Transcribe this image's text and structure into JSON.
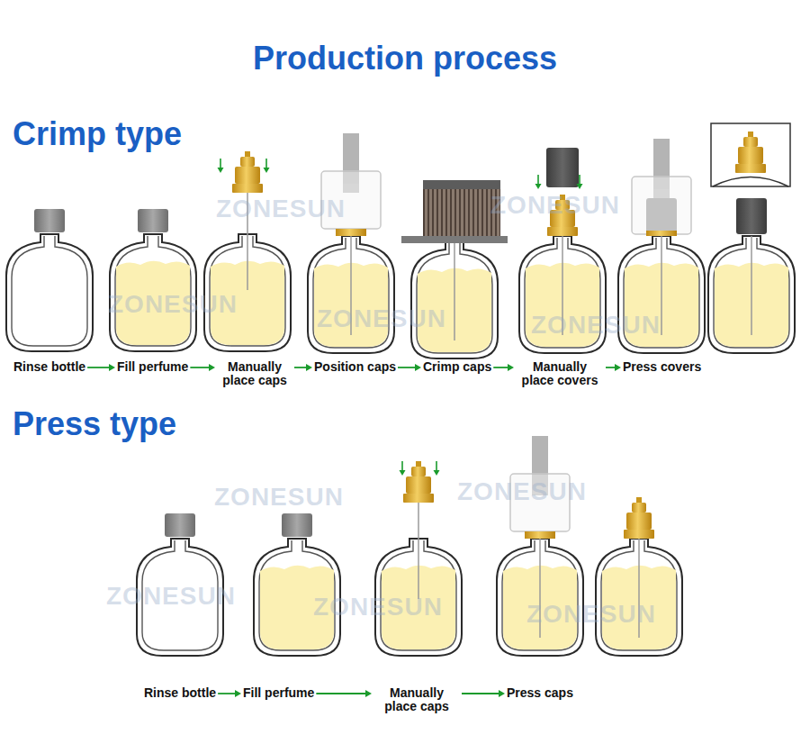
{
  "diagram": {
    "title": "Production process",
    "nodes": [
      {
        "text": [
          "Rinse bottle"
        ]
      },
      {
        "text": [
          "Fill perfume"
        ]
      },
      {
        "text": [
          "Manually place caps"
        ]
      },
      {
        "text": [
          "Position caps"
        ]
      },
      {
        "text": [
          "Crimp caps"
        ]
      },
      {
        "text": [
          "Manually place covers"
        ]
      },
      {
        "text": [
          "Press covers"
        ]
      },
      {
        "text": [
          "Rinse bottle"
        ]
      },
      {
        "text": [
          "Fill perfume"
        ]
      },
      {
        "text": [
          "Manually place caps"
        ]
      },
      {
        "text": [
          "Press caps"
        ]
      }
    ],
    "edges": [
      {
        "from": 0,
        "to": 1,
        "arrow": "to"
      },
      {
        "from": 1,
        "to": 2,
        "arrow": "to"
      },
      {
        "from": 2,
        "to": 3,
        "arrow": "to"
      },
      {
        "from": 3,
        "to": 4,
        "arrow": "to"
      },
      {
        "from": 4,
        "to": 5,
        "arrow": "to"
      },
      {
        "from": 5,
        "to": 6,
        "arrow": "to"
      },
      {
        "from": 7,
        "to": 8,
        "arrow": "to"
      },
      {
        "from": 8,
        "to": 9,
        "arrow": "to"
      },
      {
        "from": 9,
        "to": 10,
        "arrow": "to"
      }
    ],
    "labels": [
      "Crimp type",
      "ZONESUN",
      "ZONESUN",
      "ZONESUN",
      "ZONESUN",
      "ZONESUN",
      "Press type",
      "ZONESUN",
      "ZONESUN",
      "ZONESUN",
      "ZONESUN",
      "ZONESUN"
    ]
  }
}
